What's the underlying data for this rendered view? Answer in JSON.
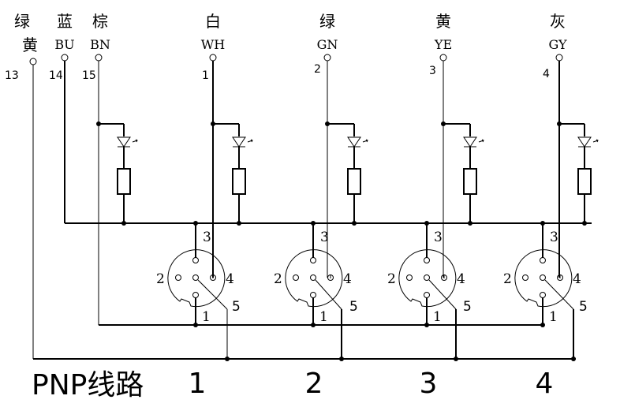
{
  "left_terminals": [
    {
      "color_zh": "绿",
      "color_zh2": "黄",
      "code": "",
      "number": "13"
    },
    {
      "color_zh": "蓝",
      "color_zh2": "",
      "code": "BU",
      "number": "14"
    },
    {
      "color_zh": "棕",
      "color_zh2": "",
      "code": "BN",
      "number": "15"
    }
  ],
  "channel_terminals": [
    {
      "color_zh": "白",
      "code": "WH",
      "number": "1"
    },
    {
      "color_zh": "绿",
      "code": "GN",
      "number": "2"
    },
    {
      "color_zh": "黄",
      "code": "YE",
      "number": "3"
    },
    {
      "color_zh": "灰",
      "code": "GY",
      "number": "4"
    }
  ],
  "connector_pins": {
    "p1": "1",
    "p2": "2",
    "p3": "3",
    "p4": "4",
    "p5": "5"
  },
  "footer": {
    "title": "PNP线路",
    "numbers": [
      "1",
      "2",
      "3",
      "4"
    ]
  }
}
